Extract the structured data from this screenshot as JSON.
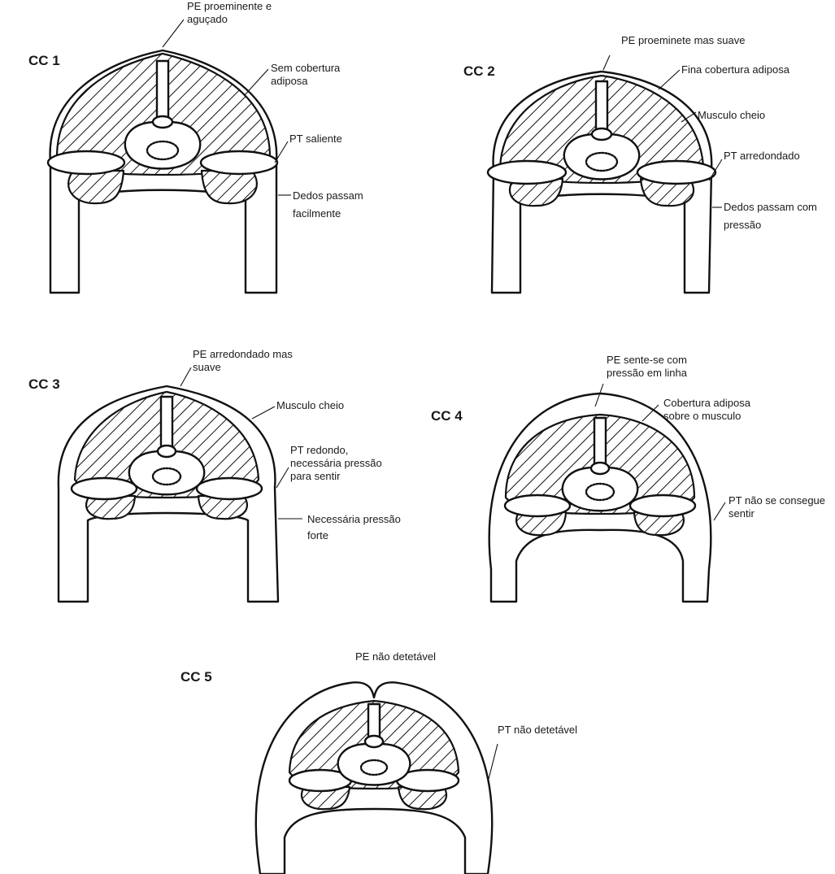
{
  "scores": [
    {
      "title": "CC 1",
      "labels": [
        [
          "PE proeminente e",
          "aguçado"
        ],
        [
          "Sem cobertura",
          "adiposa"
        ],
        [
          "PT saliente"
        ],
        [
          "Dedos passam",
          "facilmente"
        ]
      ]
    },
    {
      "title": "CC 2",
      "labels": [
        [
          "PE proeminete mas suave"
        ],
        [
          "Fina cobertura adiposa"
        ],
        [
          "Musculo cheio"
        ],
        [
          "PT arredondado"
        ],
        [
          "Dedos passam com",
          "pressão"
        ]
      ]
    },
    {
      "title": "CC 3",
      "labels": [
        [
          "PE arredondado mas",
          "suave"
        ],
        [
          "Musculo cheio"
        ],
        [
          "PT redondo,",
          "necessária pressão",
          "para sentir"
        ],
        [
          "Necessária pressão",
          "forte"
        ]
      ]
    },
    {
      "title": "CC 4",
      "labels": [
        [
          "PE sente-se com",
          "pressão em linha"
        ],
        [
          "Cobertura adiposa",
          "sobre o musculo"
        ],
        [
          "PT não se consegue",
          "sentir"
        ]
      ]
    },
    {
      "title": "CC 5",
      "labels": [
        [
          "PE não detetável"
        ],
        [
          "PT não detetável"
        ]
      ]
    }
  ]
}
